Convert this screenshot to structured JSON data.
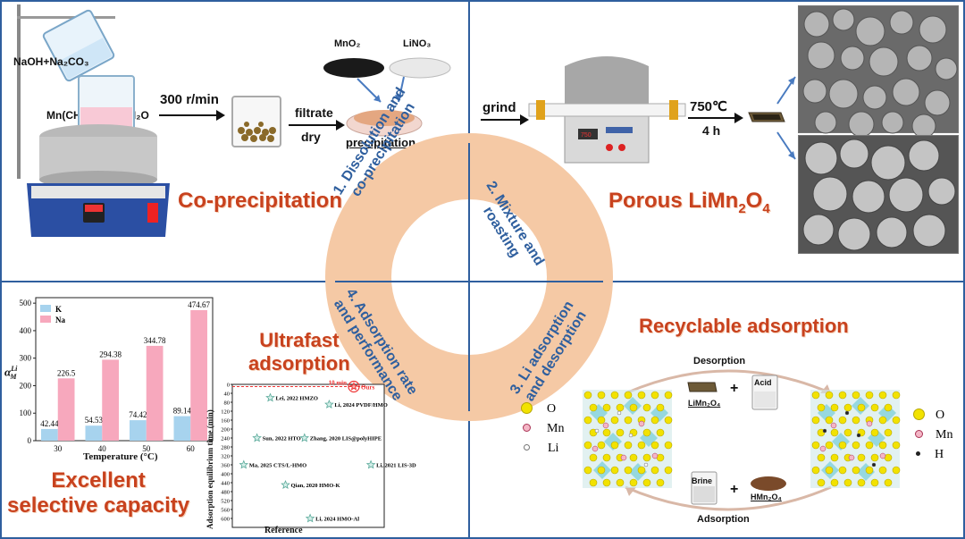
{
  "panel1": {
    "reagent1": "NaOH+Na₂CO₃",
    "reagent2": "Mn(CH₃COO)₂·4H₂O",
    "speed": "300 r/min",
    "step_filtrate": "filtrate",
    "step_dry": "dry",
    "mno2": "MnO₂",
    "lino3": "LiNO₃",
    "precipitation": "precipitation",
    "title": "Co-precipitation"
  },
  "panel2": {
    "grind": "grind",
    "temp": "750℃",
    "time": "4 h",
    "title_a": "Porous LiMn",
    "title_sub1": "2",
    "title_b": "O",
    "title_sub2": "4"
  },
  "ring": {
    "seg1_l1": "1. Dissolution and",
    "seg1_l2": "co-precipitation",
    "seg2_l1": "2. Mixture and",
    "seg2_l2": "roasting",
    "seg3_l1": "3. Li adsorption",
    "seg3_l2": "and desorption",
    "seg4_l1": "4. Adsorption rate",
    "seg4_l2": "and performance"
  },
  "panel3": {
    "ultrafast_1": "Ultrafast",
    "ultrafast_2": "adsorption",
    "excellent_1": "Excellent",
    "excellent_2": "selective capacity",
    "bar_y_label_main": "α",
    "bar_y_label_sup": "Li",
    "bar_y_label_sub": "M",
    "bar_x_label": "Temperature (°C)",
    "scatter_y_label": "Adsorption equilibrium time (min)",
    "scatter_x_label": "Reference",
    "ten_min": "10 min",
    "ours": "Ours"
  },
  "panel4": {
    "title": "Recyclable adsorption",
    "desorption": "Desorption",
    "adsorption": "Adsorption",
    "limn2o4_a": "LiMn",
    "limn2o4_b": "₂O₄",
    "acid": "Acid",
    "brine": "Brine",
    "hmn2o4": "HMn₂O₄",
    "plus": "+",
    "legend_left": [
      "O",
      "Mn",
      "Li"
    ],
    "legend_right": [
      "O",
      "Mn",
      "H"
    ]
  },
  "colors": {
    "frame": "#2f5f9e",
    "orange_text": "#c8421e",
    "bar_k": "#a7d3ee",
    "bar_na": "#f7a8bd",
    "ring": "#f5c9a5"
  },
  "chart_data": [
    {
      "type": "bar",
      "categories": [
        "30",
        "40",
        "50",
        "60"
      ],
      "series": [
        {
          "name": "K",
          "values": [
            42.44,
            54.53,
            74.42,
            89.14
          ]
        },
        {
          "name": "Na",
          "values": [
            226.5,
            294.38,
            344.78,
            474.67
          ]
        }
      ],
      "value_labels": [
        "42.44",
        "226.5",
        "54.53",
        "294.38",
        "74.42",
        "344.78",
        "89.14",
        "474.67"
      ],
      "yticks": [
        "0",
        "100",
        "200",
        "300",
        "400",
        "500"
      ],
      "xlabel": "Temperature (°C)",
      "ylim": [
        0,
        520
      ],
      "legend": "top-left"
    },
    {
      "type": "scatter",
      "points": [
        {
          "label": "Lei, 2022 HMZO",
          "ref": 2.0,
          "time": 60
        },
        {
          "label": "Li, 2024 PVDF/HMO",
          "ref": 5.1,
          "time": 90
        },
        {
          "label": "Sun, 2022 HTO",
          "ref": 1.3,
          "time": 240
        },
        {
          "label": "Zhang, 2020 LIS@polyHIPE",
          "ref": 3.8,
          "time": 240
        },
        {
          "label": "Ma, 2025 CTS/L-HMO",
          "ref": 0.6,
          "time": 360
        },
        {
          "label": "Li, 2021 LIS-3D",
          "ref": 7.3,
          "time": 360
        },
        {
          "label": "Qian, 2020 HMO-K",
          "ref": 2.8,
          "time": 450
        },
        {
          "label": "Li, 2024 HMO-Al",
          "ref": 4.1,
          "time": 600
        },
        {
          "label": "Ours",
          "ref": 6.4,
          "time": 10
        }
      ],
      "yticks": [
        "0",
        "40",
        "80",
        "120",
        "160",
        "200",
        "240",
        "280",
        "320",
        "360",
        "400",
        "440",
        "480",
        "520",
        "560",
        "600"
      ],
      "ylabel": "Adsorption equilibrium time (min)",
      "xlabel": "Reference",
      "ylim": [
        0,
        640
      ],
      "yaxis_inverted": true,
      "xlim": [
        0,
        8
      ]
    }
  ]
}
